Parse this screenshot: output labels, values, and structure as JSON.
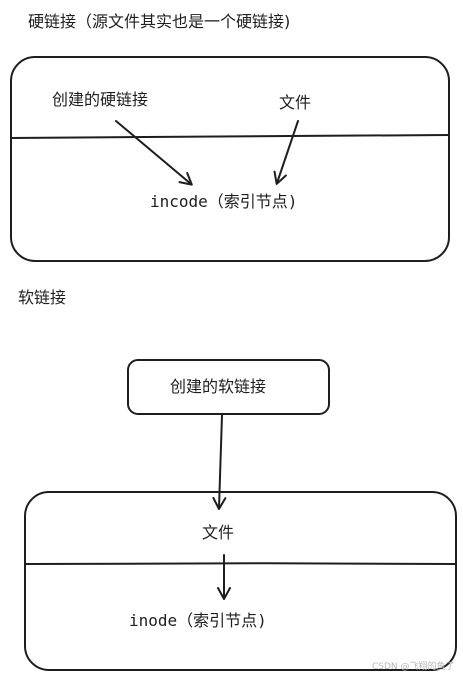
{
  "hard_link": {
    "title": "硬链接（源文件其实也是一个硬链接)",
    "created_label": "创建的硬链接",
    "file_label": "文件",
    "inode_label": "incode（索引节点)"
  },
  "soft_link": {
    "title": "软链接",
    "created_label": "创建的软链接",
    "file_label": "文件",
    "inode_label": "inode（索引节点)"
  },
  "watermark": "CSDN @飞翔的鱼了"
}
